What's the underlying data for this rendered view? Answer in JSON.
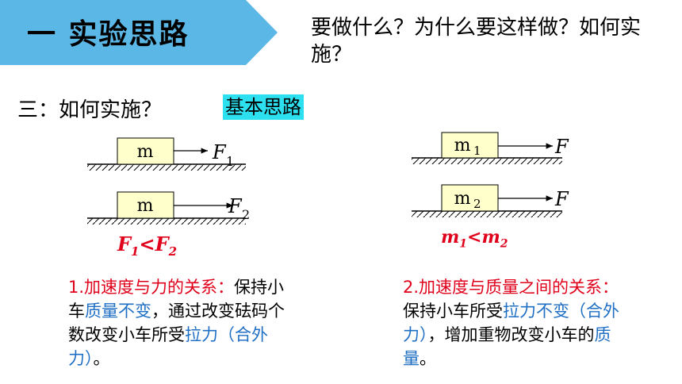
{
  "header": {
    "title": "一 实验思路",
    "question": "要做什么？为什么要这样做？如何实施？"
  },
  "section": {
    "label": "三：如何实施？",
    "tag": "基本思路"
  },
  "left_diagram": {
    "block_label": "m",
    "force1": "F",
    "force1_sub": "1",
    "force2": "F",
    "force2_sub": "2",
    "cond_a": "F",
    "cond_a_sub": "1",
    "cond_op": "<",
    "cond_b": "F",
    "cond_b_sub": "2"
  },
  "right_diagram": {
    "block1": "m",
    "block1_sub": "1",
    "block2": "m",
    "block2_sub": "2",
    "force": "F",
    "cond_a": "m",
    "cond_a_sub": "1",
    "cond_op": "<",
    "cond_b": "m",
    "cond_b_sub": "2"
  },
  "text1": {
    "p1": "1.加速度与力的关系：",
    "p2": "保持小车",
    "p3": "质量不变",
    "p4": "，通过改变砝码个数改变小车所受",
    "p5": "拉力（合外力）",
    "p6": "。"
  },
  "text2": {
    "p1": "2.加速度与质量之间的关系：",
    "p2": "保持小车所受",
    "p3": "拉力不变（合外力）",
    "p4": "，增加重物改变小车的",
    "p5": "质量",
    "p6": "。"
  },
  "colors": {
    "banner": "#5bb7e6",
    "block": "#ffffcc",
    "tag": "#2de0f0",
    "red": "#e0001b",
    "blue": "#1f6fc5"
  }
}
